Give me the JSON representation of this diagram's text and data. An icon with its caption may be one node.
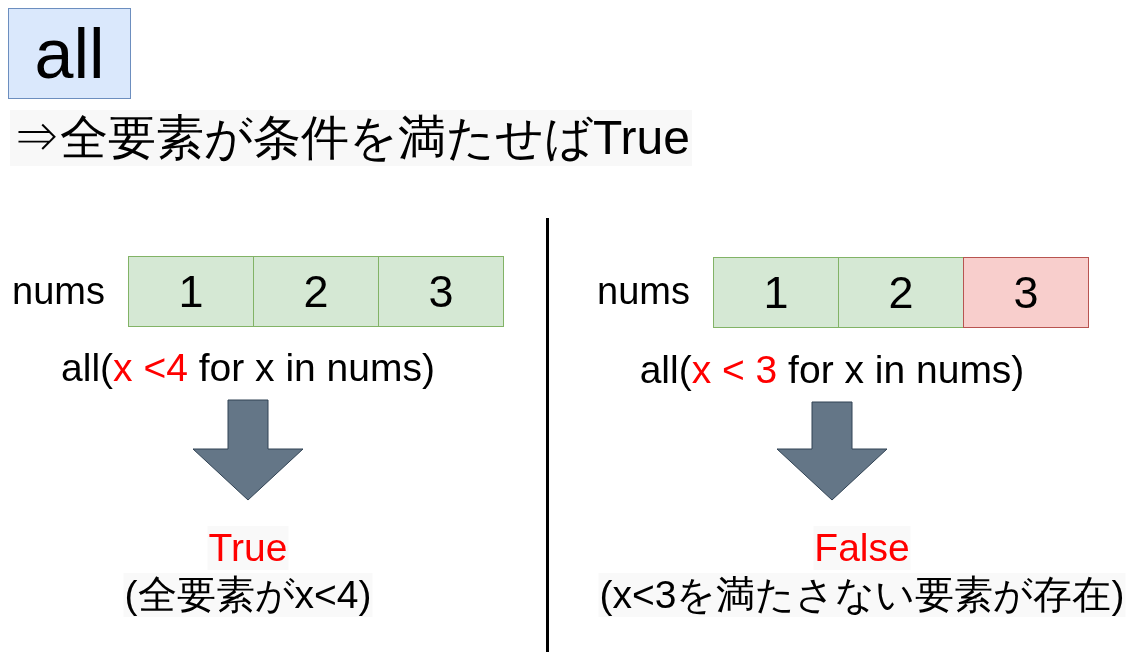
{
  "diagram": {
    "title": "all",
    "nodes": [
      {
        "text": [
          "1"
        ]
      },
      {
        "text": [
          "2"
        ]
      },
      {
        "text": [
          "3"
        ]
      },
      {
        "text": [
          "all(",
          "x <4",
          " for x in nums)"
        ]
      },
      {
        "text": [
          "True",
          "(全要素がx<4)"
        ]
      },
      {
        "text": [
          "1"
        ]
      },
      {
        "text": [
          "2"
        ]
      },
      {
        "text": [
          "3"
        ]
      },
      {
        "text": [
          "all(",
          "x < 3",
          " for x in nums)"
        ]
      },
      {
        "text": [
          "False",
          "(x<3を満たさない要素が存在)"
        ]
      }
    ],
    "edges": [
      {
        "from": 3,
        "to": 4,
        "arrow": "to",
        "style": "thick"
      },
      {
        "from": 8,
        "to": 9,
        "arrow": "to",
        "style": "thick"
      }
    ],
    "labels": [
      "⇒全要素が条件を満たせばTrue",
      "nums",
      "nums"
    ]
  }
}
